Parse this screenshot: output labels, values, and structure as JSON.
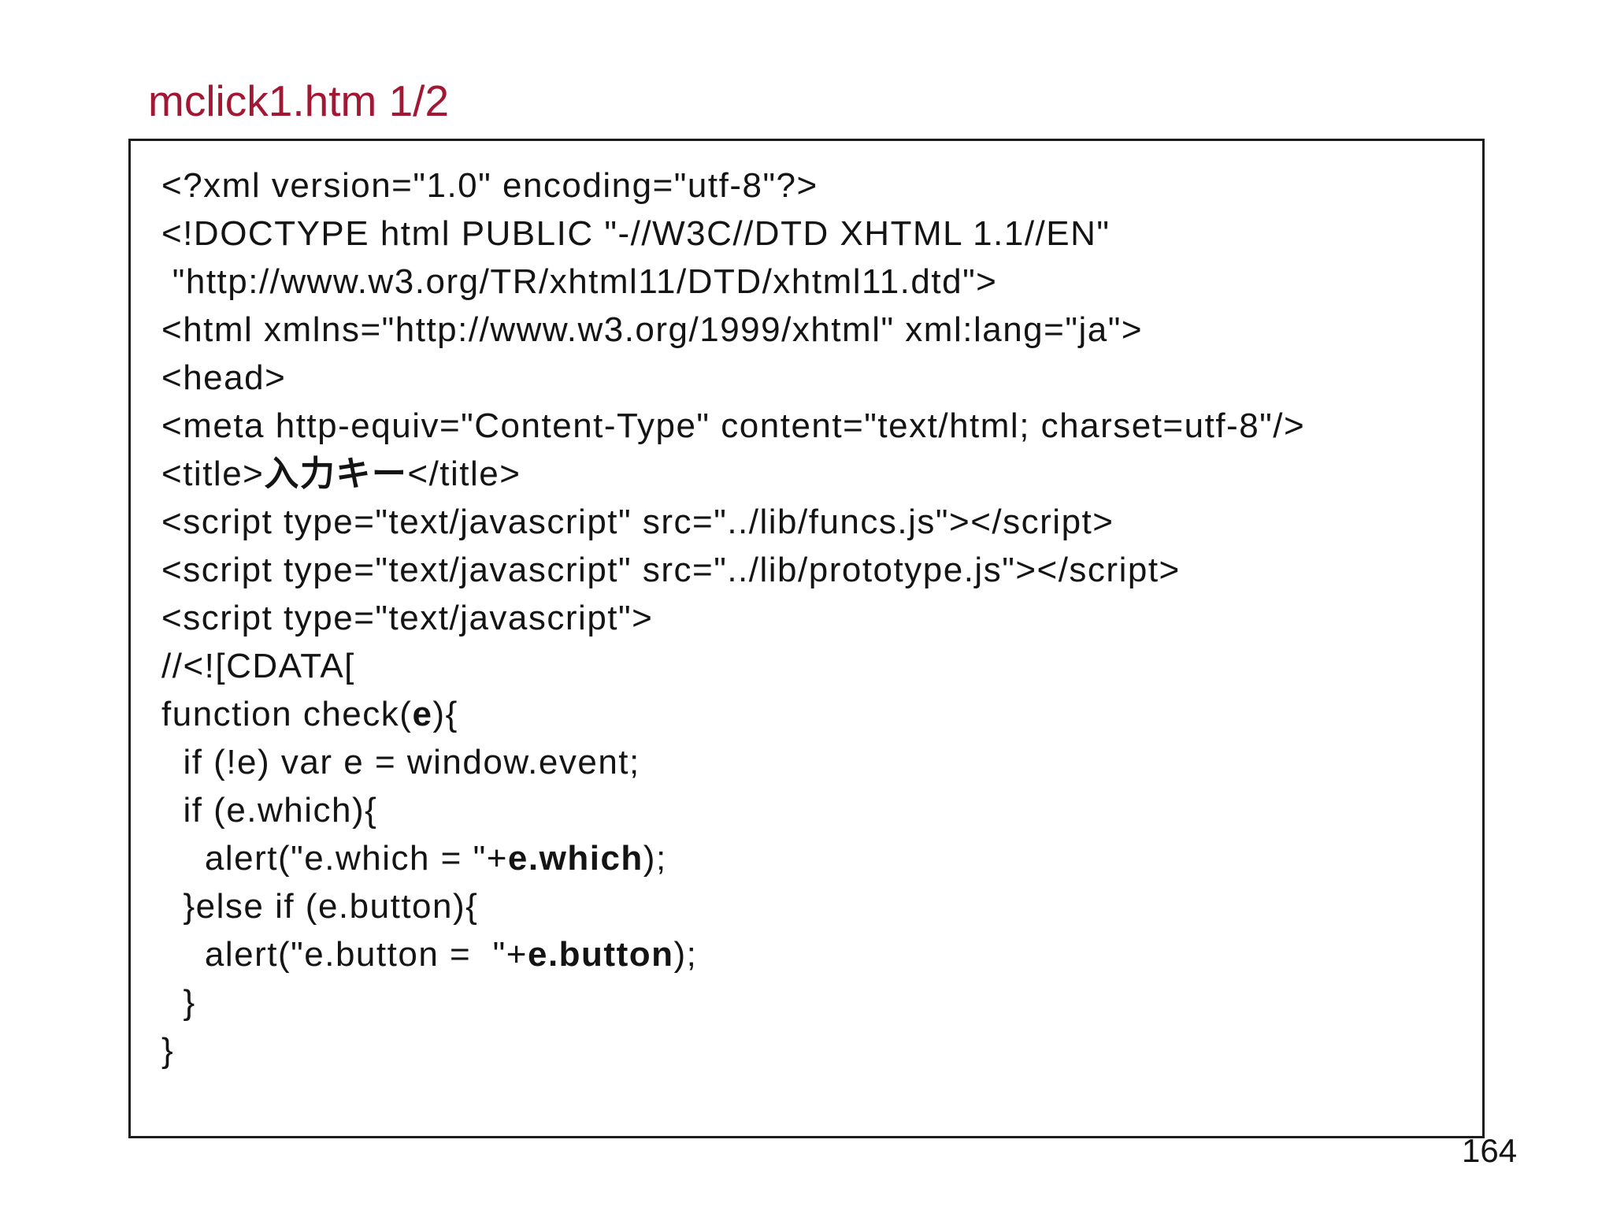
{
  "slide": {
    "title": "mclick1.htm 1/2",
    "page_number": "164"
  },
  "colors": {
    "title_text": "#a21734",
    "code_text": "#141414",
    "box_border": "#1c1c1c",
    "background": "#ffffff"
  },
  "code_block": {
    "lines": [
      {
        "segments": [
          {
            "text": "<?xml version=\"1.0\" encoding=\"utf-8\"?>",
            "bold": false
          }
        ]
      },
      {
        "segments": [
          {
            "text": "<!DOCTYPE html PUBLIC \"-//W3C//DTD XHTML 1.1//EN\"",
            "bold": false
          }
        ]
      },
      {
        "segments": [
          {
            "text": " \"http://www.w3.org/TR/xhtml11/DTD/xhtml11.dtd\">",
            "bold": false
          }
        ]
      },
      {
        "segments": [
          {
            "text": "<html xmlns=\"http://www.w3.org/1999/xhtml\" xml:lang=\"ja\">",
            "bold": false
          }
        ]
      },
      {
        "segments": [
          {
            "text": "<head>",
            "bold": false
          }
        ]
      },
      {
        "segments": [
          {
            "text": "<meta http-equiv=\"Content-Type\" content=\"text/html; charset=utf-8\"/>",
            "bold": false
          }
        ]
      },
      {
        "segments": [
          {
            "text": "<title>",
            "bold": false
          },
          {
            "text": "入力キー",
            "bold": true
          },
          {
            "text": "</title>",
            "bold": false
          }
        ]
      },
      {
        "segments": [
          {
            "text": "<script type=\"text/javascript\" src=\"../lib/funcs.js\"></script>",
            "bold": false
          }
        ]
      },
      {
        "segments": [
          {
            "text": "<script type=\"text/javascript\" src=\"../lib/prototype.js\"></script>",
            "bold": false
          }
        ]
      },
      {
        "segments": [
          {
            "text": "<script type=\"text/javascript\">",
            "bold": false
          }
        ]
      },
      {
        "segments": [
          {
            "text": "//<![CDATA[",
            "bold": false
          }
        ]
      },
      {
        "segments": [
          {
            "text": "function check(",
            "bold": false
          },
          {
            "text": "e",
            "bold": true
          },
          {
            "text": "){",
            "bold": false
          }
        ]
      },
      {
        "segments": [
          {
            "text": "  if (!e) var e = window.event;",
            "bold": false
          }
        ]
      },
      {
        "segments": [
          {
            "text": "  if (e.which){",
            "bold": false
          }
        ]
      },
      {
        "segments": [
          {
            "text": "    alert(\"e.which = \"+",
            "bold": false
          },
          {
            "text": "e.which",
            "bold": true
          },
          {
            "text": ");",
            "bold": false
          }
        ]
      },
      {
        "segments": [
          {
            "text": "  }else if (e.button){",
            "bold": false
          }
        ]
      },
      {
        "segments": [
          {
            "text": "    alert(\"e.button =  \"+",
            "bold": false
          },
          {
            "text": "e.button",
            "bold": true
          },
          {
            "text": ");",
            "bold": false
          }
        ]
      },
      {
        "segments": [
          {
            "text": "  }",
            "bold": false
          }
        ]
      },
      {
        "segments": [
          {
            "text": "}",
            "bold": false
          }
        ]
      }
    ]
  }
}
